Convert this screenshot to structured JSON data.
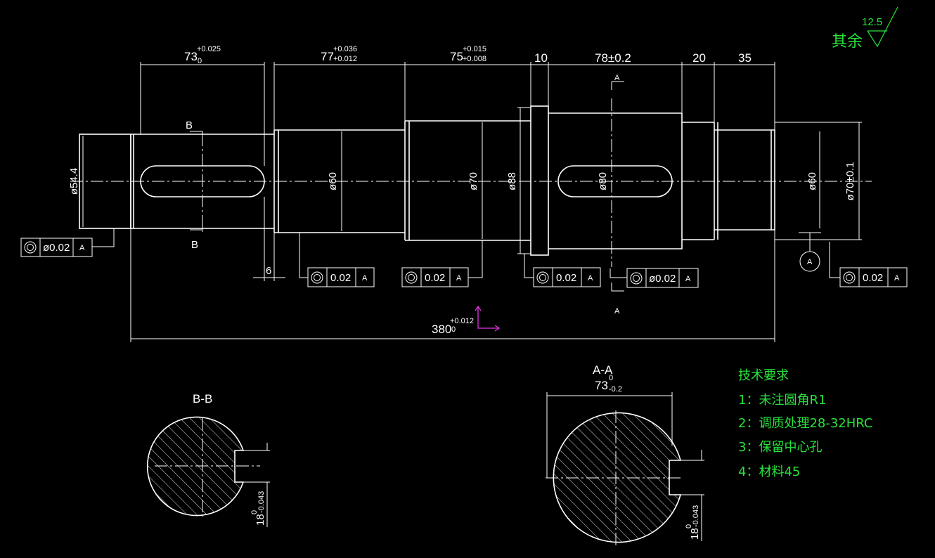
{
  "drawing": {
    "surface_finish": {
      "label": "其余",
      "value": "12.5"
    },
    "dimensions": {
      "d1": {
        "base": "73",
        "upper": "+0.025",
        "lower": "0"
      },
      "d2": {
        "base": "77",
        "upper": "+0.036",
        "lower": "+0.012"
      },
      "d3": {
        "base": "75",
        "upper": "+0.015",
        "lower": "+0.008"
      },
      "d4": "10",
      "d5": "78±0.2",
      "d6": "20",
      "d7": "35",
      "d8": "6",
      "total": {
        "base": "380",
        "upper": "+0.012",
        "lower": "0"
      }
    },
    "diameters": {
      "d54": "ø54.4",
      "d60a": "ø60",
      "d70": "ø70",
      "d88": "ø88",
      "d80": "ø80",
      "d60b": "ø60",
      "d70tol": "ø70±0.1"
    },
    "section_marks": {
      "b": "B",
      "a": "A",
      "datum": "A"
    },
    "tolerance_frames": [
      {
        "value": "ø0.02",
        "datum": "A"
      },
      {
        "value": "0.02",
        "datum": "A"
      },
      {
        "value": "0.02",
        "datum": "A"
      },
      {
        "value": "0.02",
        "datum": "A"
      },
      {
        "value": "ø0.02",
        "datum": "A"
      },
      {
        "value": "0.02",
        "datum": "A"
      }
    ],
    "section_bb": {
      "title": "B-B",
      "key": {
        "base": "18",
        "upper": "0",
        "lower": "-0.043"
      }
    },
    "section_aa": {
      "title": "A-A",
      "title_sub": "0",
      "width": {
        "base": "73",
        "sub": "-0.2"
      },
      "key": {
        "base": "18",
        "upper": "0",
        "lower": "-0.043"
      }
    },
    "notes": {
      "title": "技术要求",
      "items": [
        "1：未注圆角R1",
        "2：调质处理28-32HRC",
        "3：保留中心孔",
        "4：材料45"
      ]
    }
  }
}
